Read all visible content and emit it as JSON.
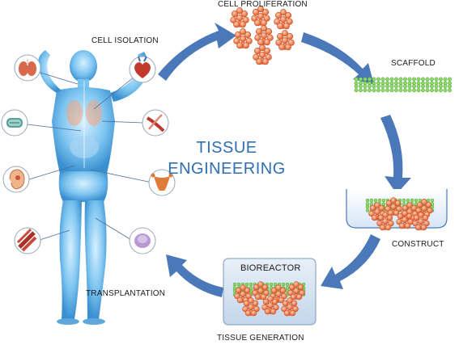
{
  "title_lines": [
    "TISSUE",
    "ENGINEERING"
  ],
  "steps": {
    "cell_isolation": "CELL ISOLATION",
    "cell_proliferation": "CELL PROLIFERATION",
    "scaffold": "SCAFFOLD",
    "construct": "CONSTRUCT",
    "bioreactor": "BIOREACTOR",
    "tissue_generation": "TISSUE GENERATION",
    "transplantation": "TRANSPLANTATION"
  },
  "colors": {
    "arrow": "#4a78b8",
    "title": "#2f6fb5",
    "cell": "#f07a4e",
    "cell_outline": "#c8502a",
    "scaffold": "#8fd86a",
    "scaffold_outline": "#4aa336",
    "body": "#5fb3ea",
    "bioreactor_bg": "#d7e4f2"
  },
  "icons": [
    "lungs-icon",
    "heart-icon",
    "trachea-icon",
    "blood-vessel-icon",
    "ear-icon",
    "uterus-icon",
    "muscle-icon",
    "bladder-icon"
  ]
}
